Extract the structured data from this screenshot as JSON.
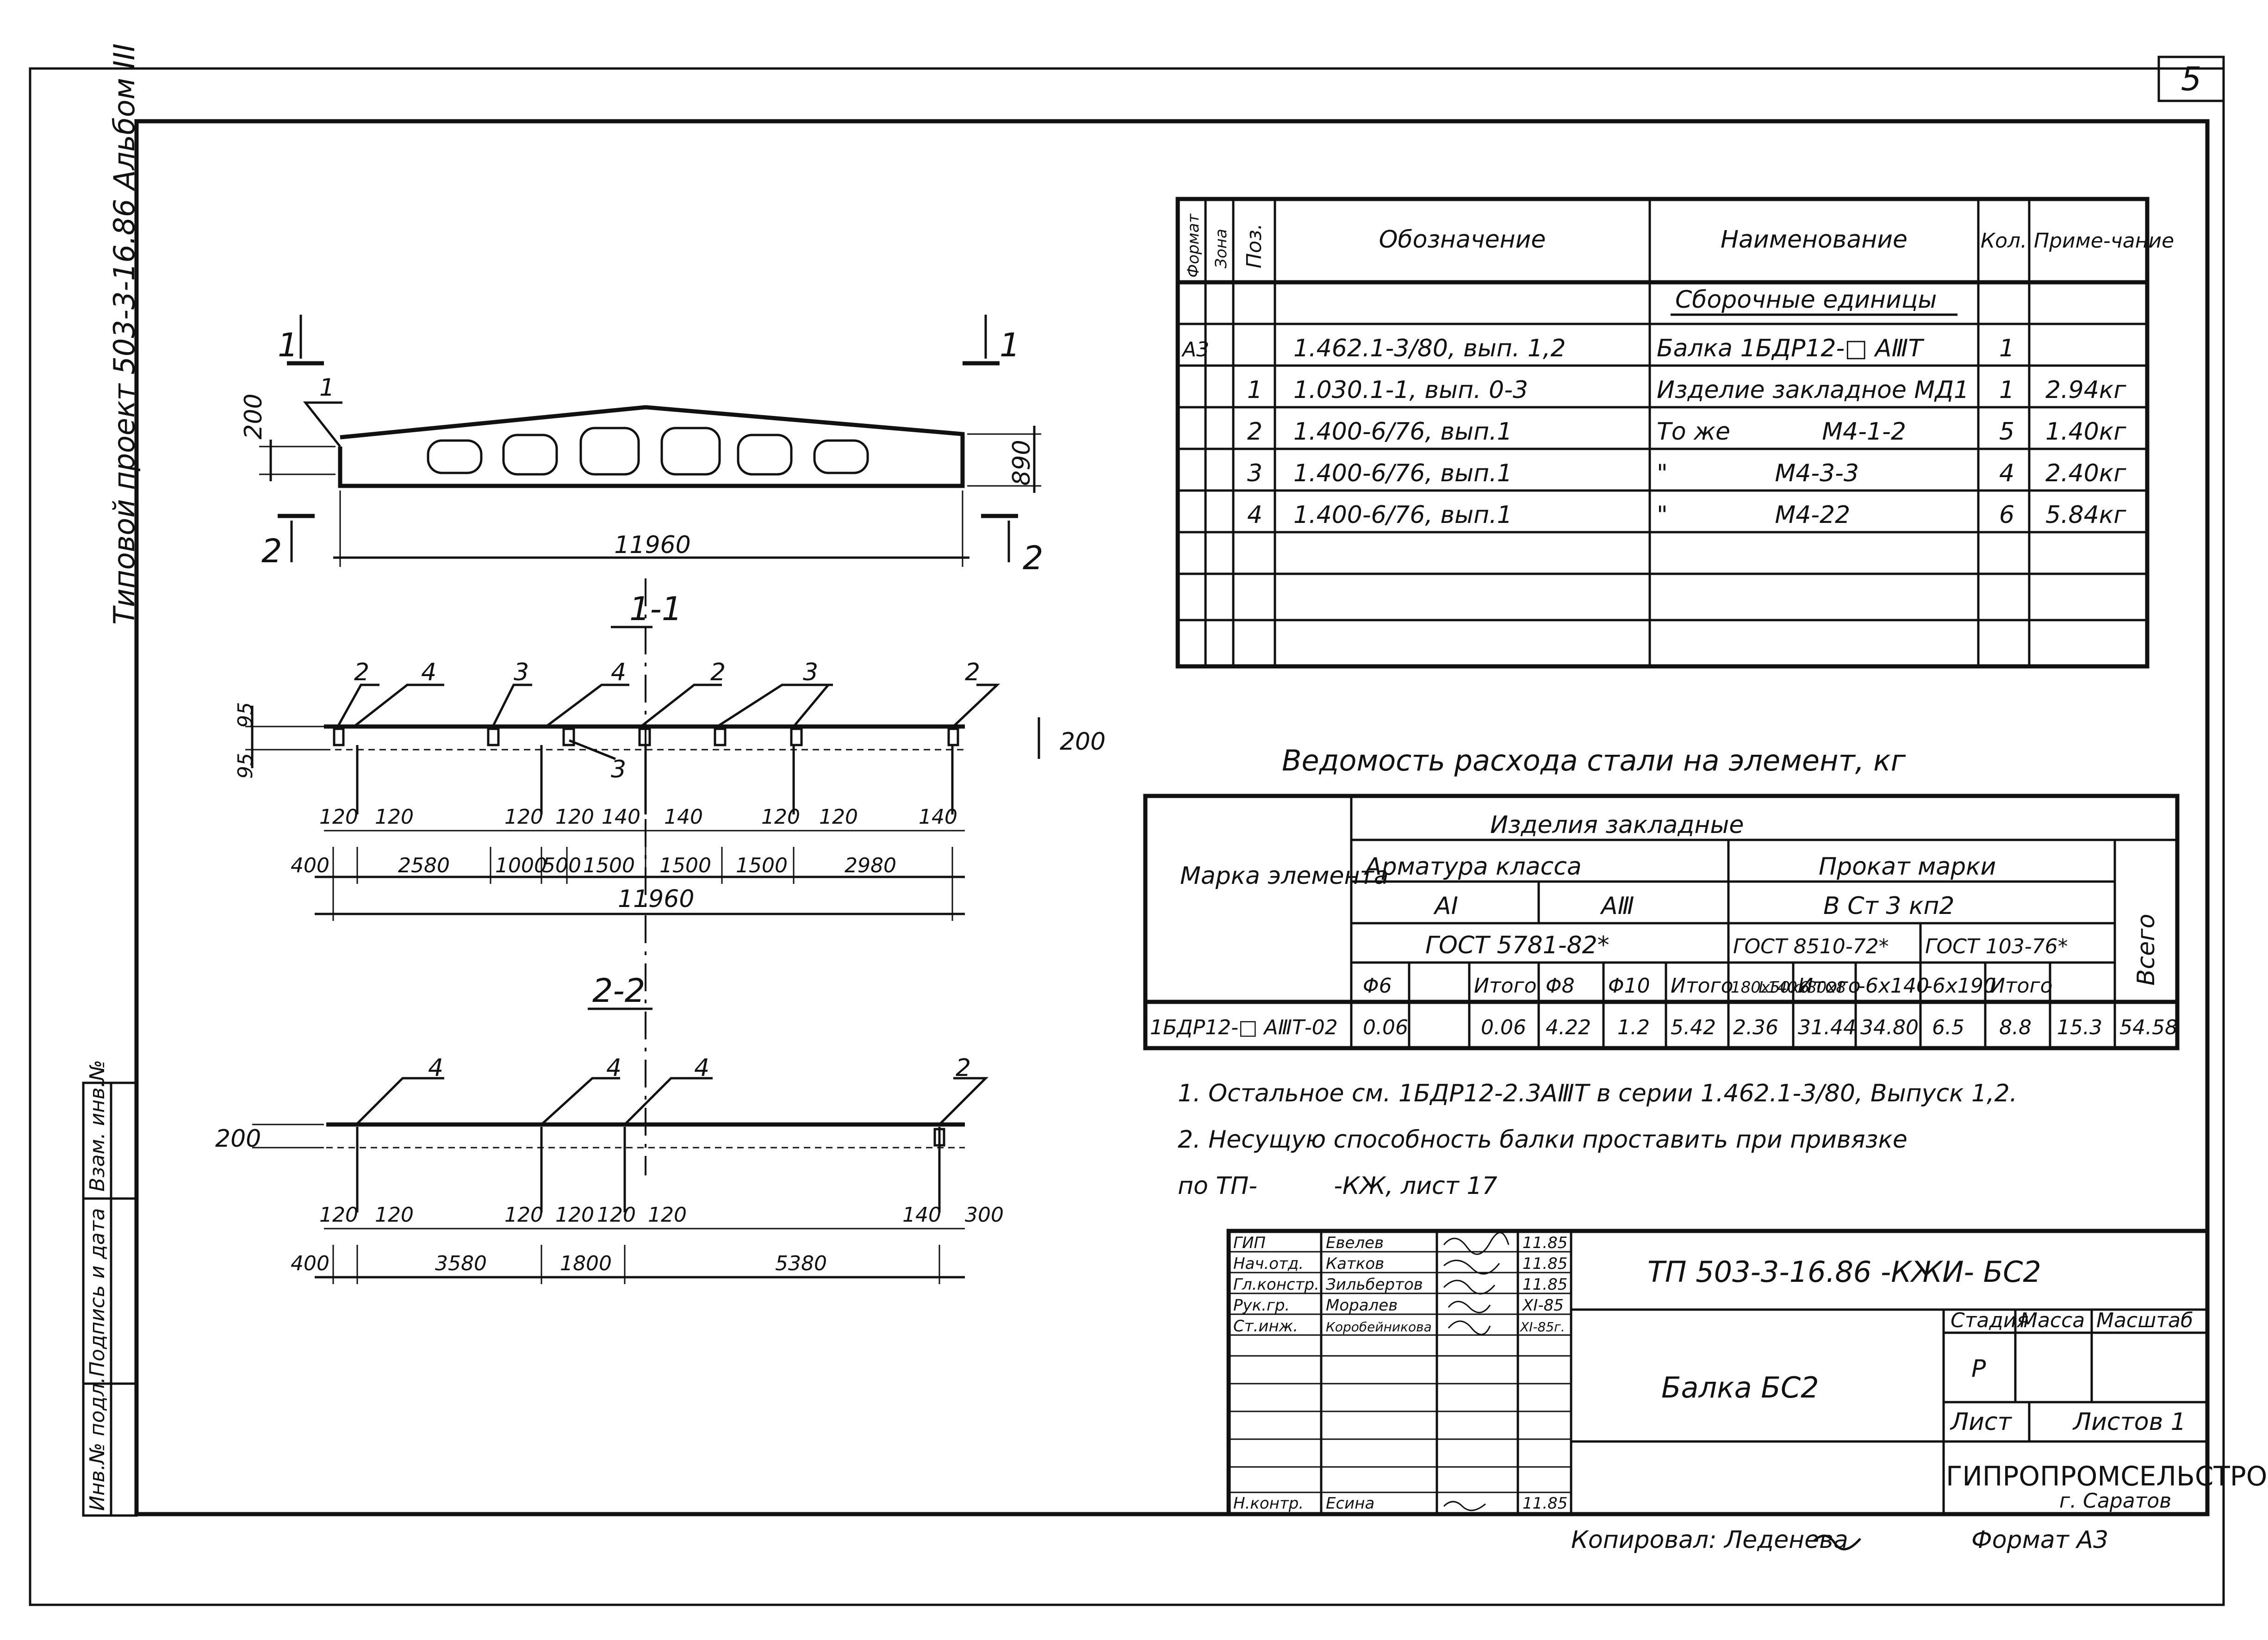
{
  "sheet": {
    "number": "5",
    "side_label": "Типовой проект 503-3-16.86 Альбом III",
    "side_stamps": [
      "Инв.№ подл.",
      "Подпись и дата",
      "Взам. инв.№"
    ]
  },
  "drawing": {
    "elevation": {
      "length": "11960",
      "height_right": "890",
      "height_left": "200",
      "callout": "1",
      "section_marks": [
        "1",
        "1",
        "2",
        "2"
      ]
    },
    "section11": {
      "title": "1-1",
      "pos_labels": [
        "2",
        "4",
        "3",
        "4",
        "2",
        "3",
        "2",
        "3"
      ],
      "height_dims": [
        "95",
        "95"
      ],
      "right_dim": "200",
      "small_dims": [
        "120",
        "120",
        "120",
        "120",
        "140",
        "140",
        "120",
        "120",
        "140"
      ],
      "chain_dims": [
        "400",
        "2580",
        "1000",
        "500",
        "1500",
        "1500",
        "1500",
        "2980"
      ],
      "total": "11960"
    },
    "section22": {
      "title": "2-2",
      "pos_labels": [
        "4",
        "4",
        "4",
        "2"
      ],
      "left_dim": "200",
      "small_dims": [
        "120",
        "120",
        "120",
        "120",
        "120",
        "120",
        "140",
        "300"
      ],
      "chain_dims": [
        "400",
        "3580",
        "1800",
        "5380"
      ]
    }
  },
  "spec_table": {
    "headers": [
      "Формат",
      "Зона",
      "Поз.",
      "Обозначение",
      "Наименование",
      "Кол.",
      "Приме-чание"
    ],
    "section_title": "Сборочные единицы",
    "rows": [
      {
        "format": "A3",
        "zone": "",
        "pos": "",
        "designation": "1.462.1-3/80, вып. 1,2",
        "name": "Балка 1БДР12-□ АⅢТ",
        "qty": "1",
        "note": ""
      },
      {
        "format": "",
        "zone": "",
        "pos": "1",
        "designation": "1.030.1-1, вып. 0-3",
        "name": "Изделие закладное МД1",
        "qty": "1",
        "note": "2.94кг"
      },
      {
        "format": "",
        "zone": "",
        "pos": "2",
        "designation": "1.400-6/76, вып.1",
        "name": "То же            М4-1-2",
        "qty": "5",
        "note": "1.40кг"
      },
      {
        "format": "",
        "zone": "",
        "pos": "3",
        "designation": "1.400-6/76, вып.1",
        "name": "\"              М4-3-3",
        "qty": "4",
        "note": "2.40кг"
      },
      {
        "format": "",
        "zone": "",
        "pos": "4",
        "designation": "1.400-6/76, вып.1",
        "name": "\"              М4-22",
        "qty": "6",
        "note": "5.84кг"
      }
    ]
  },
  "steel_table": {
    "title": "Ведомость расхода стали на элемент, кг",
    "h_mark": "Марка элемента",
    "h_parts": "Изделия закладные",
    "h_arm": "Арматура класса",
    "h_prokat": "Прокат марки",
    "h_total": "Всего",
    "h_ai": "AI",
    "h_aiii": "AⅢ",
    "h_gost_arm": "ГОСТ 5781-82*",
    "h_steel": "В Ст 3 кп2",
    "h_gost1": "ГОСТ 8510-72*",
    "h_gost2": "ГОСТ 103-76*",
    "cols": [
      "Φ6",
      "",
      "Итого",
      "Φ8",
      "Φ10",
      "Итого",
      "180x50x6",
      "L140x80x8",
      "Итого",
      "-6x140",
      "-6x190",
      "Итого"
    ],
    "row": {
      "mark": "1БДР12-□ АⅢТ-02",
      "values": [
        "0.06",
        "",
        "0.06",
        "4.22",
        "1.2",
        "5.42",
        "2.36",
        "31.44",
        "34.80",
        "6.5",
        "8.8",
        "15.3",
        "54.58"
      ]
    }
  },
  "notes": [
    "1. Остальное см. 1БДР12-2.3АⅢТ в серии 1.462.1-3/80, Выпуск 1,2.",
    "2. Несущую способность балки проставить при привязке",
    "по ТП-          -КЖ, лист 17"
  ],
  "title_block": {
    "code": "ТП 503-3-16.86 -КЖИ- БС2",
    "name": "Балка БС2",
    "stage_h": "Стадия",
    "mass_h": "Масса",
    "scale_h": "Масштаб",
    "stage": "Р",
    "sheet_h": "Лист",
    "sheets_h": "Листов 1",
    "org": "ГИПРОПРОМСЕЛЬСТРОЙ",
    "city": "г. Саратов",
    "roles": [
      {
        "role": "ГИП",
        "name": "Евелев",
        "date": "11.85"
      },
      {
        "role": "Нач.отд.",
        "name": "Катков",
        "date": "11.85"
      },
      {
        "role": "Гл.констр.",
        "name": "Зильбертов",
        "date": "11.85"
      },
      {
        "role": "Рук.гр.",
        "name": "Моралев",
        "date": "XI-85"
      },
      {
        "role": "Ст.инж.",
        "name": "Коробейникова",
        "date": "XI-85г."
      }
    ],
    "nkontr": {
      "role": "Н.контр.",
      "name": "Есина",
      "date": "11.85"
    }
  },
  "footer": {
    "copied": "Копировал: Леденева",
    "format": "Формат А3"
  }
}
